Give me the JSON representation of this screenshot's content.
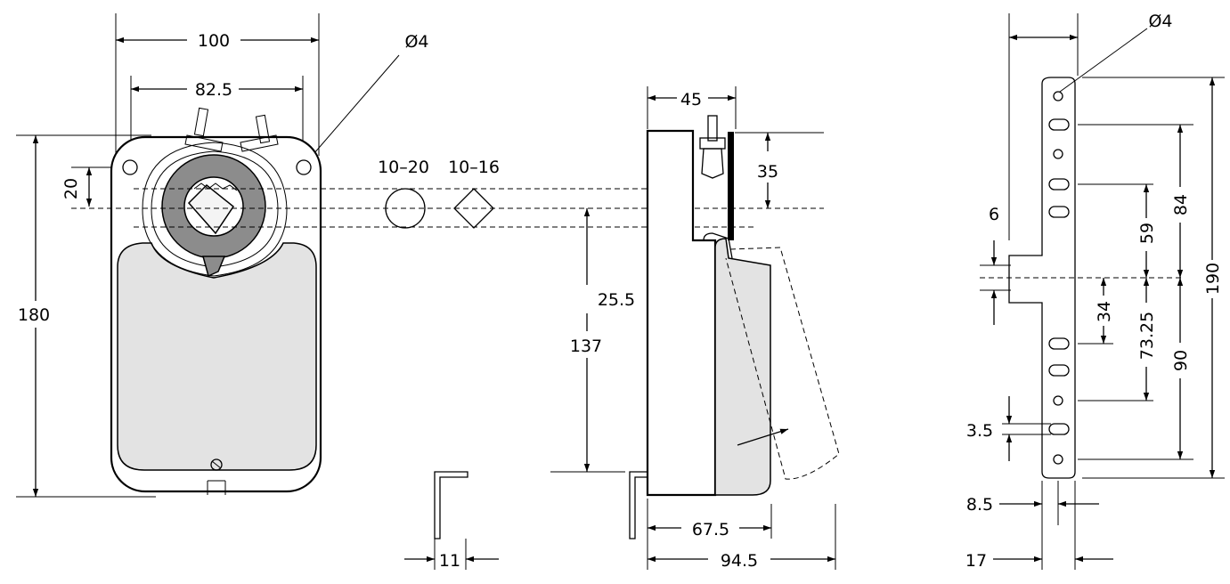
{
  "front_view": {
    "width_outer": "100",
    "width_holes": "82.5",
    "hole_diameter": "Ø4",
    "offset_20": "20",
    "height": "180"
  },
  "shaft_sizes": {
    "round": "10–20",
    "square": "10–16"
  },
  "side_view": {
    "depth_top": "45",
    "offset_35": "35",
    "offset_25_5": "25.5",
    "height_137": "137",
    "depth_67_5": "67.5",
    "depth_94_5": "94.5",
    "bracket_11": "11"
  },
  "bracket_view": {
    "hole_diameter": "Ø4",
    "width_6": "6",
    "dim_84": "84",
    "dim_59": "59",
    "dim_34": "34",
    "dim_73_25": "73.25",
    "dim_90": "90",
    "dim_190": "190",
    "slot_3_5": "3.5",
    "dim_8_5": "8.5",
    "dim_17": "17"
  }
}
